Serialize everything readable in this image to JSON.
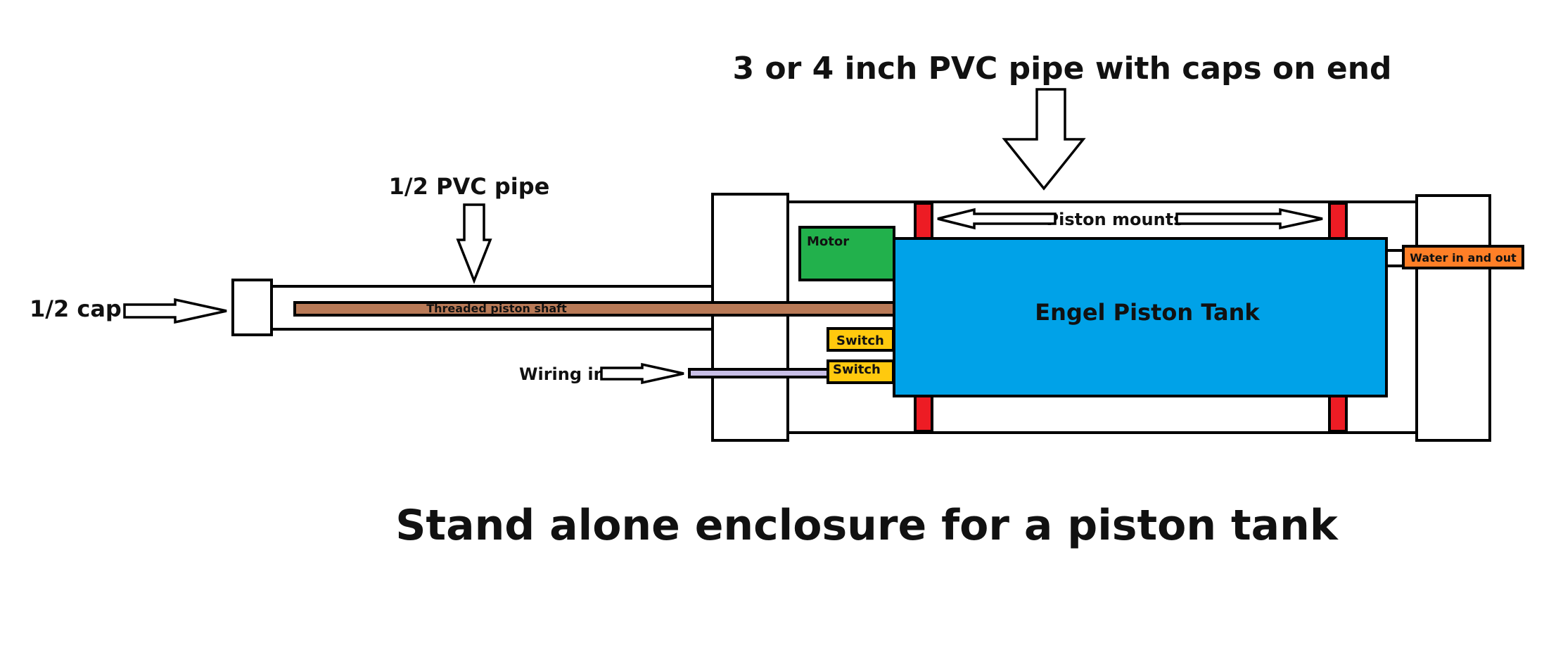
{
  "diagram": {
    "title": "Stand alone enclosure for a piston tank",
    "labels": {
      "pvc_large_pipe": "3 or 4 inch PVC pipe with caps on end",
      "pvc_half_pipe": "1/2 PVC pipe",
      "half_cap": "1/2 cap",
      "piston_mounts": "Piston mounts",
      "motor": "Motor",
      "threaded_shaft": "Threaded piston shaft",
      "switch_top": "Switch",
      "switch_bottom": "Switch",
      "wiring_in": "Wiring in",
      "tank": "Engel Piston Tank",
      "water": "Water in and out"
    },
    "colors": {
      "tank": "#00A2E8",
      "motor": "#22B14C",
      "switch": "#FFC90E",
      "mount": "#ED1C24",
      "shaft": "#B97A57",
      "water": "#FF7F27",
      "wire": "#C8BFE7",
      "outline": "#000000",
      "background": "#FFFFFF"
    }
  }
}
